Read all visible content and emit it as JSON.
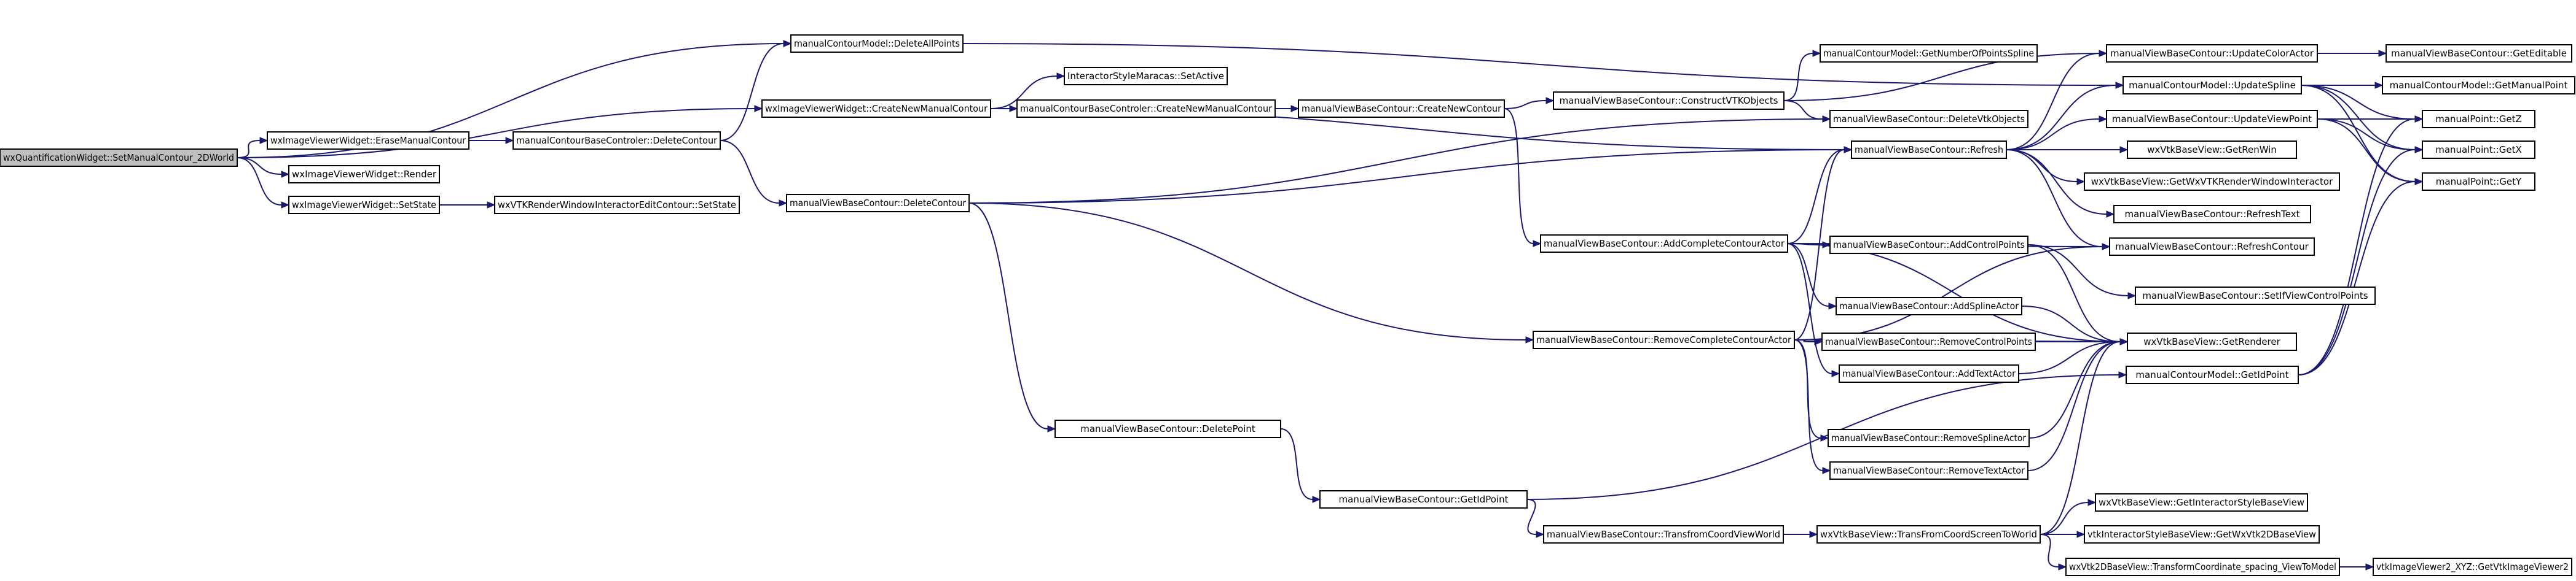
{
  "graph": {
    "nodes": [
      {
        "id": "n0",
        "label": "wxQuantificationWidget::SetManualContour_2DWorld",
        "root": true
      },
      {
        "id": "n1",
        "label": "wxImageViewerWidget::EraseManualContour"
      },
      {
        "id": "n2",
        "label": "wxImageViewerWidget::Render"
      },
      {
        "id": "n3",
        "label": "wxImageViewerWidget::SetState"
      },
      {
        "id": "n4",
        "label": "manualContourBaseControler::DeleteContour"
      },
      {
        "id": "n5",
        "label": "wxVTKRenderWindowInteractorEditContour::SetState"
      },
      {
        "id": "n6",
        "label": "manualContourModel::DeleteAllPoints"
      },
      {
        "id": "n7",
        "label": "manualViewBaseContour::DeleteContour"
      },
      {
        "id": "n8",
        "label": "wxImageViewerWidget::CreateNewManualContour"
      },
      {
        "id": "n9",
        "label": "InteractorStyleMaracas::SetActive"
      },
      {
        "id": "n10",
        "label": "manualContourBaseControler::CreateNewManualContour"
      },
      {
        "id": "n11",
        "label": "manualViewBaseContour::CreateNewContour"
      },
      {
        "id": "n12",
        "label": "manualViewBaseContour::DeletePoint"
      },
      {
        "id": "n13",
        "label": "manualViewBaseContour::GetIdPoint"
      },
      {
        "id": "n14",
        "label": "manualViewBaseContour::ConstructVTKObjects"
      },
      {
        "id": "n15",
        "label": "manualViewBaseContour::AddCompleteContourActor"
      },
      {
        "id": "n16",
        "label": "manualViewBaseContour::RemoveCompleteContourActor"
      },
      {
        "id": "n17",
        "label": "manualViewBaseContour::TransfromCoordViewWorld"
      },
      {
        "id": "n18",
        "label": "manualContourModel::GetNumberOfPointsSpline"
      },
      {
        "id": "n19",
        "label": "manualViewBaseContour::DeleteVtkObjects"
      },
      {
        "id": "n20",
        "label": "manualViewBaseContour::Refresh"
      },
      {
        "id": "n21",
        "label": "manualViewBaseContour::AddControlPoints"
      },
      {
        "id": "n22",
        "label": "manualViewBaseContour::AddSplineActor"
      },
      {
        "id": "n23",
        "label": "manualViewBaseContour::RemoveControlPoints"
      },
      {
        "id": "n24",
        "label": "manualViewBaseContour::AddTextActor"
      },
      {
        "id": "n25",
        "label": "manualViewBaseContour::RemoveSplineActor"
      },
      {
        "id": "n26",
        "label": "manualViewBaseContour::RemoveTextActor"
      },
      {
        "id": "n27",
        "label": "wxVtkBaseView::TransFromCoordScreenToWorld"
      },
      {
        "id": "n28",
        "label": "manualViewBaseContour::UpdateColorActor"
      },
      {
        "id": "n29",
        "label": "manualContourModel::UpdateSpline"
      },
      {
        "id": "n30",
        "label": "manualViewBaseContour::UpdateViewPoint"
      },
      {
        "id": "n31",
        "label": "wxVtkBaseView::GetRenWin"
      },
      {
        "id": "n32",
        "label": "wxVtkBaseView::GetWxVTKRenderWindowInteractor"
      },
      {
        "id": "n33",
        "label": "manualViewBaseContour::RefreshText"
      },
      {
        "id": "n34",
        "label": "manualViewBaseContour::RefreshContour"
      },
      {
        "id": "n35",
        "label": "manualViewBaseContour::SetIfViewControlPoints"
      },
      {
        "id": "n36",
        "label": "wxVtkBaseView::GetRenderer"
      },
      {
        "id": "n37",
        "label": "manualContourModel::GetIdPoint"
      },
      {
        "id": "n38",
        "label": "wxVtkBaseView::GetInteractorStyleBaseView"
      },
      {
        "id": "n39",
        "label": "vtkInteractorStyleBaseView::GetWxVtk2DBaseView"
      },
      {
        "id": "n40",
        "label": "wxVtk2DBaseView::TransformCoordinate_spacing_ViewToModel"
      },
      {
        "id": "n41",
        "label": "manualViewBaseContour::GetEditable"
      },
      {
        "id": "n42",
        "label": "manualContourModel::GetManualPoint"
      },
      {
        "id": "n43",
        "label": "manualPoint::GetZ"
      },
      {
        "id": "n44",
        "label": "manualPoint::GetX"
      },
      {
        "id": "n45",
        "label": "manualPoint::GetY"
      },
      {
        "id": "n46",
        "label": "vtkImageViewer2_XYZ::GetVtkImageViewer2"
      }
    ],
    "edges": [
      [
        "n0",
        "n1"
      ],
      [
        "n0",
        "n2"
      ],
      [
        "n0",
        "n3"
      ],
      [
        "n0",
        "n6"
      ],
      [
        "n0",
        "n8"
      ],
      [
        "n1",
        "n4"
      ],
      [
        "n3",
        "n5"
      ],
      [
        "n4",
        "n6"
      ],
      [
        "n4",
        "n7"
      ],
      [
        "n6",
        "n29"
      ],
      [
        "n7",
        "n12"
      ],
      [
        "n7",
        "n16"
      ],
      [
        "n7",
        "n20"
      ],
      [
        "n7",
        "n19"
      ],
      [
        "n8",
        "n9"
      ],
      [
        "n8",
        "n10"
      ],
      [
        "n8",
        "n20"
      ],
      [
        "n10",
        "n11"
      ],
      [
        "n11",
        "n14"
      ],
      [
        "n11",
        "n15"
      ],
      [
        "n12",
        "n13"
      ],
      [
        "n13",
        "n17"
      ],
      [
        "n13",
        "n37"
      ],
      [
        "n14",
        "n18"
      ],
      [
        "n14",
        "n19"
      ],
      [
        "n14",
        "n28"
      ],
      [
        "n15",
        "n20"
      ],
      [
        "n15",
        "n21"
      ],
      [
        "n15",
        "n22"
      ],
      [
        "n15",
        "n24"
      ],
      [
        "n15",
        "n34"
      ],
      [
        "n15",
        "n36"
      ],
      [
        "n16",
        "n20"
      ],
      [
        "n16",
        "n23"
      ],
      [
        "n16",
        "n25"
      ],
      [
        "n16",
        "n26"
      ],
      [
        "n16",
        "n34"
      ],
      [
        "n16",
        "n36"
      ],
      [
        "n17",
        "n27"
      ],
      [
        "n20",
        "n28"
      ],
      [
        "n20",
        "n29"
      ],
      [
        "n20",
        "n30"
      ],
      [
        "n20",
        "n31"
      ],
      [
        "n20",
        "n32"
      ],
      [
        "n20",
        "n33"
      ],
      [
        "n20",
        "n34"
      ],
      [
        "n21",
        "n35"
      ],
      [
        "n21",
        "n36"
      ],
      [
        "n22",
        "n36"
      ],
      [
        "n23",
        "n36"
      ],
      [
        "n24",
        "n36"
      ],
      [
        "n25",
        "n36"
      ],
      [
        "n26",
        "n36"
      ],
      [
        "n27",
        "n36"
      ],
      [
        "n27",
        "n38"
      ],
      [
        "n27",
        "n39"
      ],
      [
        "n27",
        "n40"
      ],
      [
        "n28",
        "n41"
      ],
      [
        "n29",
        "n42"
      ],
      [
        "n29",
        "n43"
      ],
      [
        "n29",
        "n44"
      ],
      [
        "n29",
        "n45"
      ],
      [
        "n30",
        "n43"
      ],
      [
        "n30",
        "n44"
      ],
      [
        "n30",
        "n45"
      ],
      [
        "n37",
        "n43"
      ],
      [
        "n37",
        "n44"
      ],
      [
        "n37",
        "n45"
      ],
      [
        "n40",
        "n46"
      ]
    ]
  }
}
